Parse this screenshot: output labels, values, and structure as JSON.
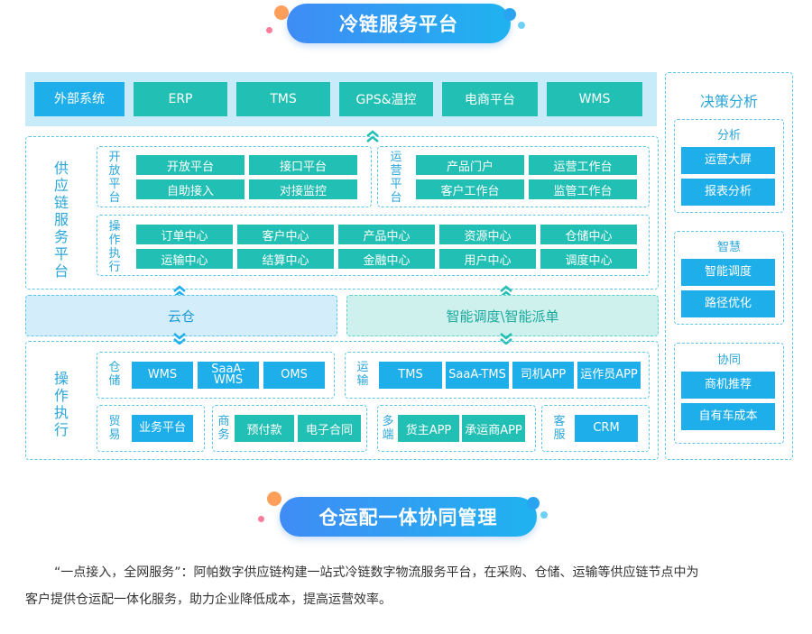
{
  "headings": {
    "top": "冷链服务平台",
    "bottom": "仓运配一体协同管理"
  },
  "external": {
    "label": "外部系统",
    "items": [
      "ERP",
      "TMS",
      "GPS&温控",
      "电商平台",
      "WMS"
    ]
  },
  "supply_chain": {
    "label": "供应链服务平台",
    "open_platform": {
      "label": "开放平台",
      "items": [
        "开放平台",
        "接口平台",
        "自助接入",
        "对接监控"
      ]
    },
    "ops_platform": {
      "label": "运营平台",
      "items": [
        "产品门户",
        "运营工作台",
        "客户工作台",
        "监管工作台"
      ]
    },
    "execution": {
      "label": "操作执行",
      "items": [
        "订单中心",
        "客户中心",
        "产品中心",
        "资源中心",
        "仓储中心",
        "运输中心",
        "结算中心",
        "金融中心",
        "用户中心",
        "调度中心"
      ]
    }
  },
  "middle": {
    "cloud": "云仓",
    "smart": "智能调度\\智能派单"
  },
  "operations": {
    "label": "操作执行",
    "storage": {
      "label": "仓储",
      "items": [
        "WMS",
        "SaaA-WMS",
        "OMS"
      ]
    },
    "transport": {
      "label": "运输",
      "items": [
        "TMS",
        "SaaA-TMS",
        "司机APP",
        "运作员APP"
      ]
    },
    "trade": {
      "label": "贸易",
      "items": [
        "业务平台"
      ]
    },
    "commerce": {
      "label": "商务",
      "items": [
        "预付款",
        "电子合同"
      ]
    },
    "multi": {
      "label": "多端",
      "items": [
        "货主APP",
        "承运商APP"
      ]
    },
    "service": {
      "label": "客服",
      "items": [
        "CRM"
      ]
    }
  },
  "decision": {
    "title": "决策分析",
    "groups": [
      {
        "label": "分析",
        "items": [
          "运营大屏",
          "报表分析"
        ]
      },
      {
        "label": "智慧",
        "items": [
          "智能调度",
          "路径优化"
        ]
      },
      {
        "label": "协同",
        "items": [
          "商机推荐",
          "自有车成本"
        ]
      }
    ]
  },
  "description": {
    "line1": "“一点接入，全网服务”：阿帕数字供应链构建一站式冷链数字物流服务平台，在采购、仓储、运输等供应链节点中为",
    "line2": "客户提供仓运配一体化服务，助力企业降低成本，提高运营效率。"
  }
}
